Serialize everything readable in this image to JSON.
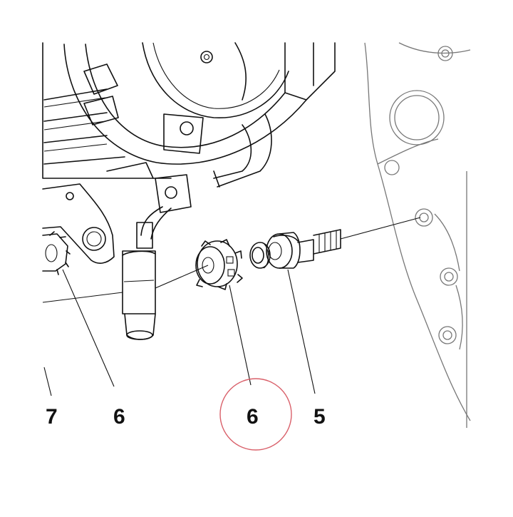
{
  "callouts": {
    "c7": "7",
    "c6_left": "6",
    "c6_center": "6",
    "c5": "5"
  },
  "highlight": {
    "target": "c6_center",
    "color": "#d9606a"
  },
  "colors": {
    "line": "#111111",
    "engine_casing": "#777777"
  }
}
